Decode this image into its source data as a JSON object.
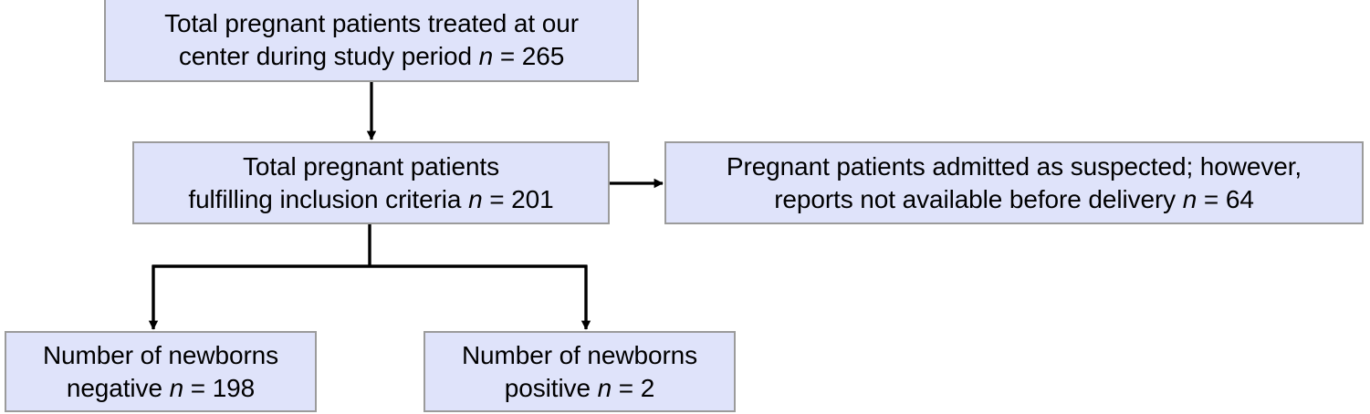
{
  "figure": {
    "type": "flowchart",
    "title": "Patient inclusion flow diagram",
    "colors": {
      "node_fill": "#dfe3fa",
      "node_border": "#9b9b9b",
      "connector": "#000000",
      "background": "#ffffff"
    }
  },
  "nodes": [
    {
      "id": "total-treated",
      "line1": "Total pregnant patients treated at our",
      "line2_prefix": "center during study period ",
      "symbol": "n",
      "line2_suffix": " = 265",
      "count": 265
    },
    {
      "id": "inclusion",
      "line1": "Total pregnant patients",
      "line2_prefix": "fulfilling inclusion criteria ",
      "symbol": "n",
      "line2_suffix": " = 201",
      "count": 201
    },
    {
      "id": "suspected",
      "line1": "Pregnant patients admitted as suspected; however,",
      "line2_prefix": "reports not available before delivery ",
      "symbol": "n",
      "line2_suffix": " = 64",
      "count": 64
    },
    {
      "id": "newborn-negative",
      "line1": "Number of newborns",
      "line2_prefix": "negative ",
      "symbol": "n",
      "line2_suffix": " = 198",
      "count": 198
    },
    {
      "id": "newborn-positive",
      "line1": "Number of newborns",
      "line2_prefix": "positive ",
      "symbol": "n",
      "line2_suffix": " = 2",
      "count": 2
    }
  ],
  "connectors": [
    {
      "id": "treated-to-inclusion",
      "from": "total-treated",
      "to": "inclusion",
      "style": "vertical-arrow"
    },
    {
      "id": "inclusion-to-suspected",
      "from": "inclusion",
      "to": "suspected",
      "style": "horizontal-arrow"
    },
    {
      "id": "inclusion-to-newborn-negative",
      "from": "inclusion",
      "to": "newborn-negative",
      "style": "elbow-arrow"
    },
    {
      "id": "inclusion-to-newborn-positive",
      "from": "inclusion",
      "to": "newborn-positive",
      "style": "elbow-arrow"
    }
  ]
}
